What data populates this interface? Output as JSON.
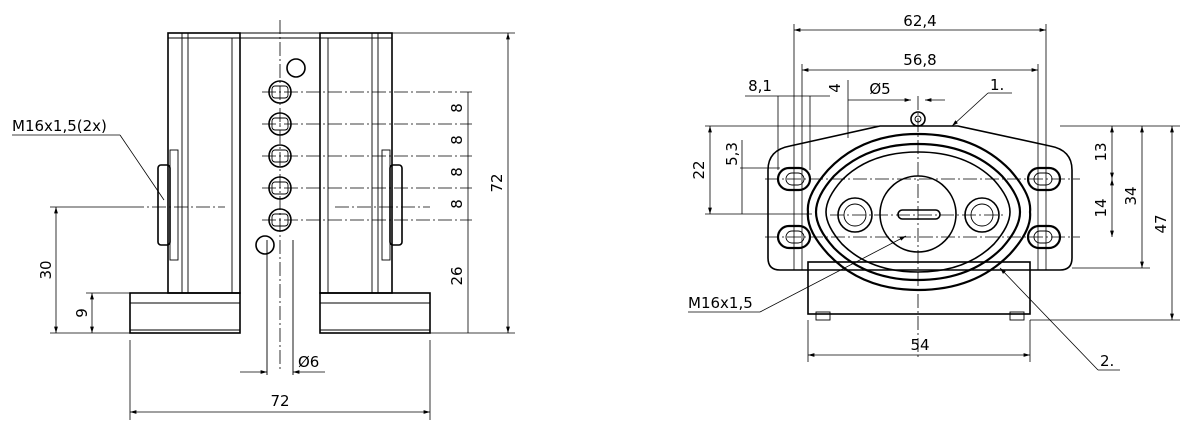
{
  "left_view": {
    "width_label": "72",
    "height_label": "72",
    "bottom_offset_label": "26",
    "pitch_labels": [
      "8",
      "8",
      "8",
      "8"
    ],
    "thread_label": "M16x1,5(2x)",
    "axis_height_label": "30",
    "base_height_label": "9",
    "hole_dia_label": "Ø6"
  },
  "right_view": {
    "width_outer_label": "62,4",
    "width_mid_label": "56,8",
    "width_hole_label": "8,1",
    "dim_4_label": "4",
    "dia5_label": "Ø5",
    "callout_1": "1.",
    "callout_2": "2.",
    "dim_22_label": "22",
    "dim_5_3_label": "5,3",
    "dim_13_label": "13",
    "dim_14_label": "14",
    "dim_34_label": "34",
    "dim_47_label": "47",
    "base_width_label": "54",
    "thread_label": "M16x1,5"
  }
}
